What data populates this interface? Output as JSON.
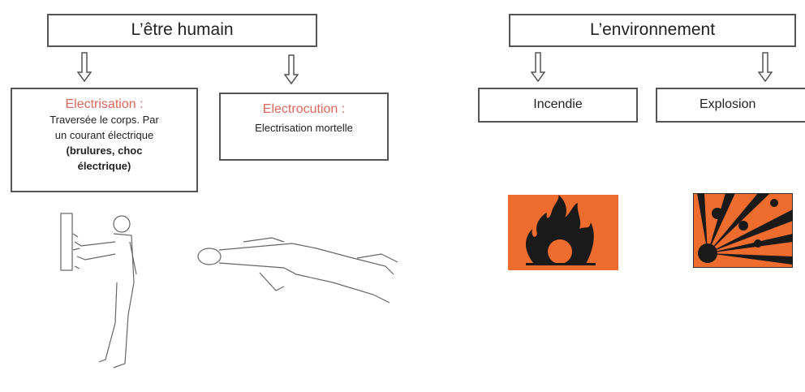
{
  "human": {
    "title": "L’être humain",
    "electrisation": {
      "title": "Electrisation :",
      "line1": "Traversée le corps. Par",
      "line2": "un courant électrique",
      "bold": "(brulures, choc électrique)"
    },
    "electrocution": {
      "title": "Electrocution :",
      "text": "Electrisation mortelle"
    }
  },
  "environment": {
    "title": "L’environnement",
    "incendie": "Incendie",
    "explosion": "Explosion"
  },
  "colors": {
    "accent_text": "#d9675e",
    "pictogram_orange": "#ef6c2f"
  }
}
